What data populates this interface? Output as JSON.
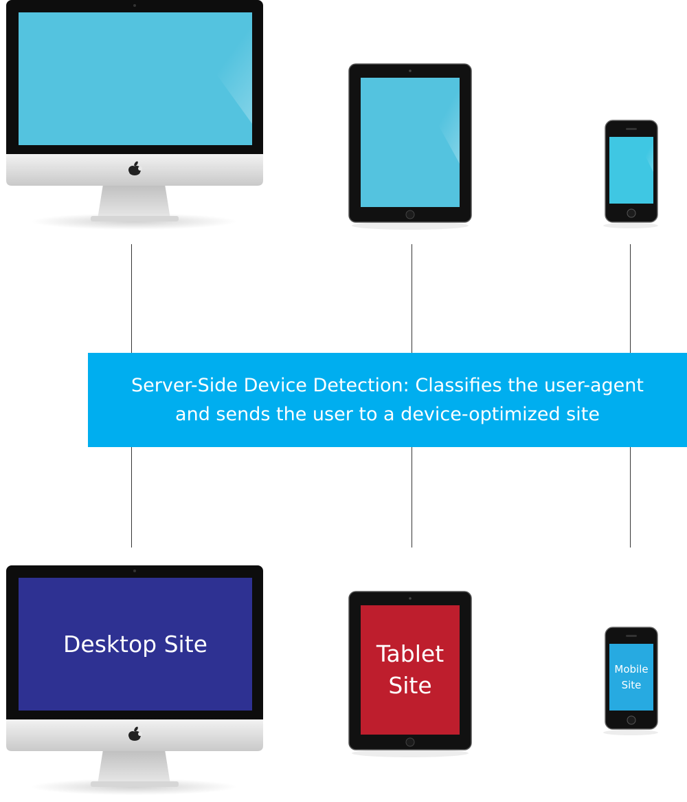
{
  "banner": {
    "line1": "Server-Side Device Detection: Classifies the user-agent",
    "line2": "and sends the user to a device-optimized site"
  },
  "sites": {
    "desktop": "Desktop Site",
    "tablet_line1": "Tablet",
    "tablet_line2": "Site",
    "mobile_line1": "Mobile",
    "mobile_line2": "Site"
  },
  "colors": {
    "banner": "#00aeef",
    "blank_screen": "#54c3df",
    "desktop_site_screen": "#2e3192",
    "tablet_site_screen": "#be1e2d",
    "mobile_site_screen": "#27aae1"
  }
}
